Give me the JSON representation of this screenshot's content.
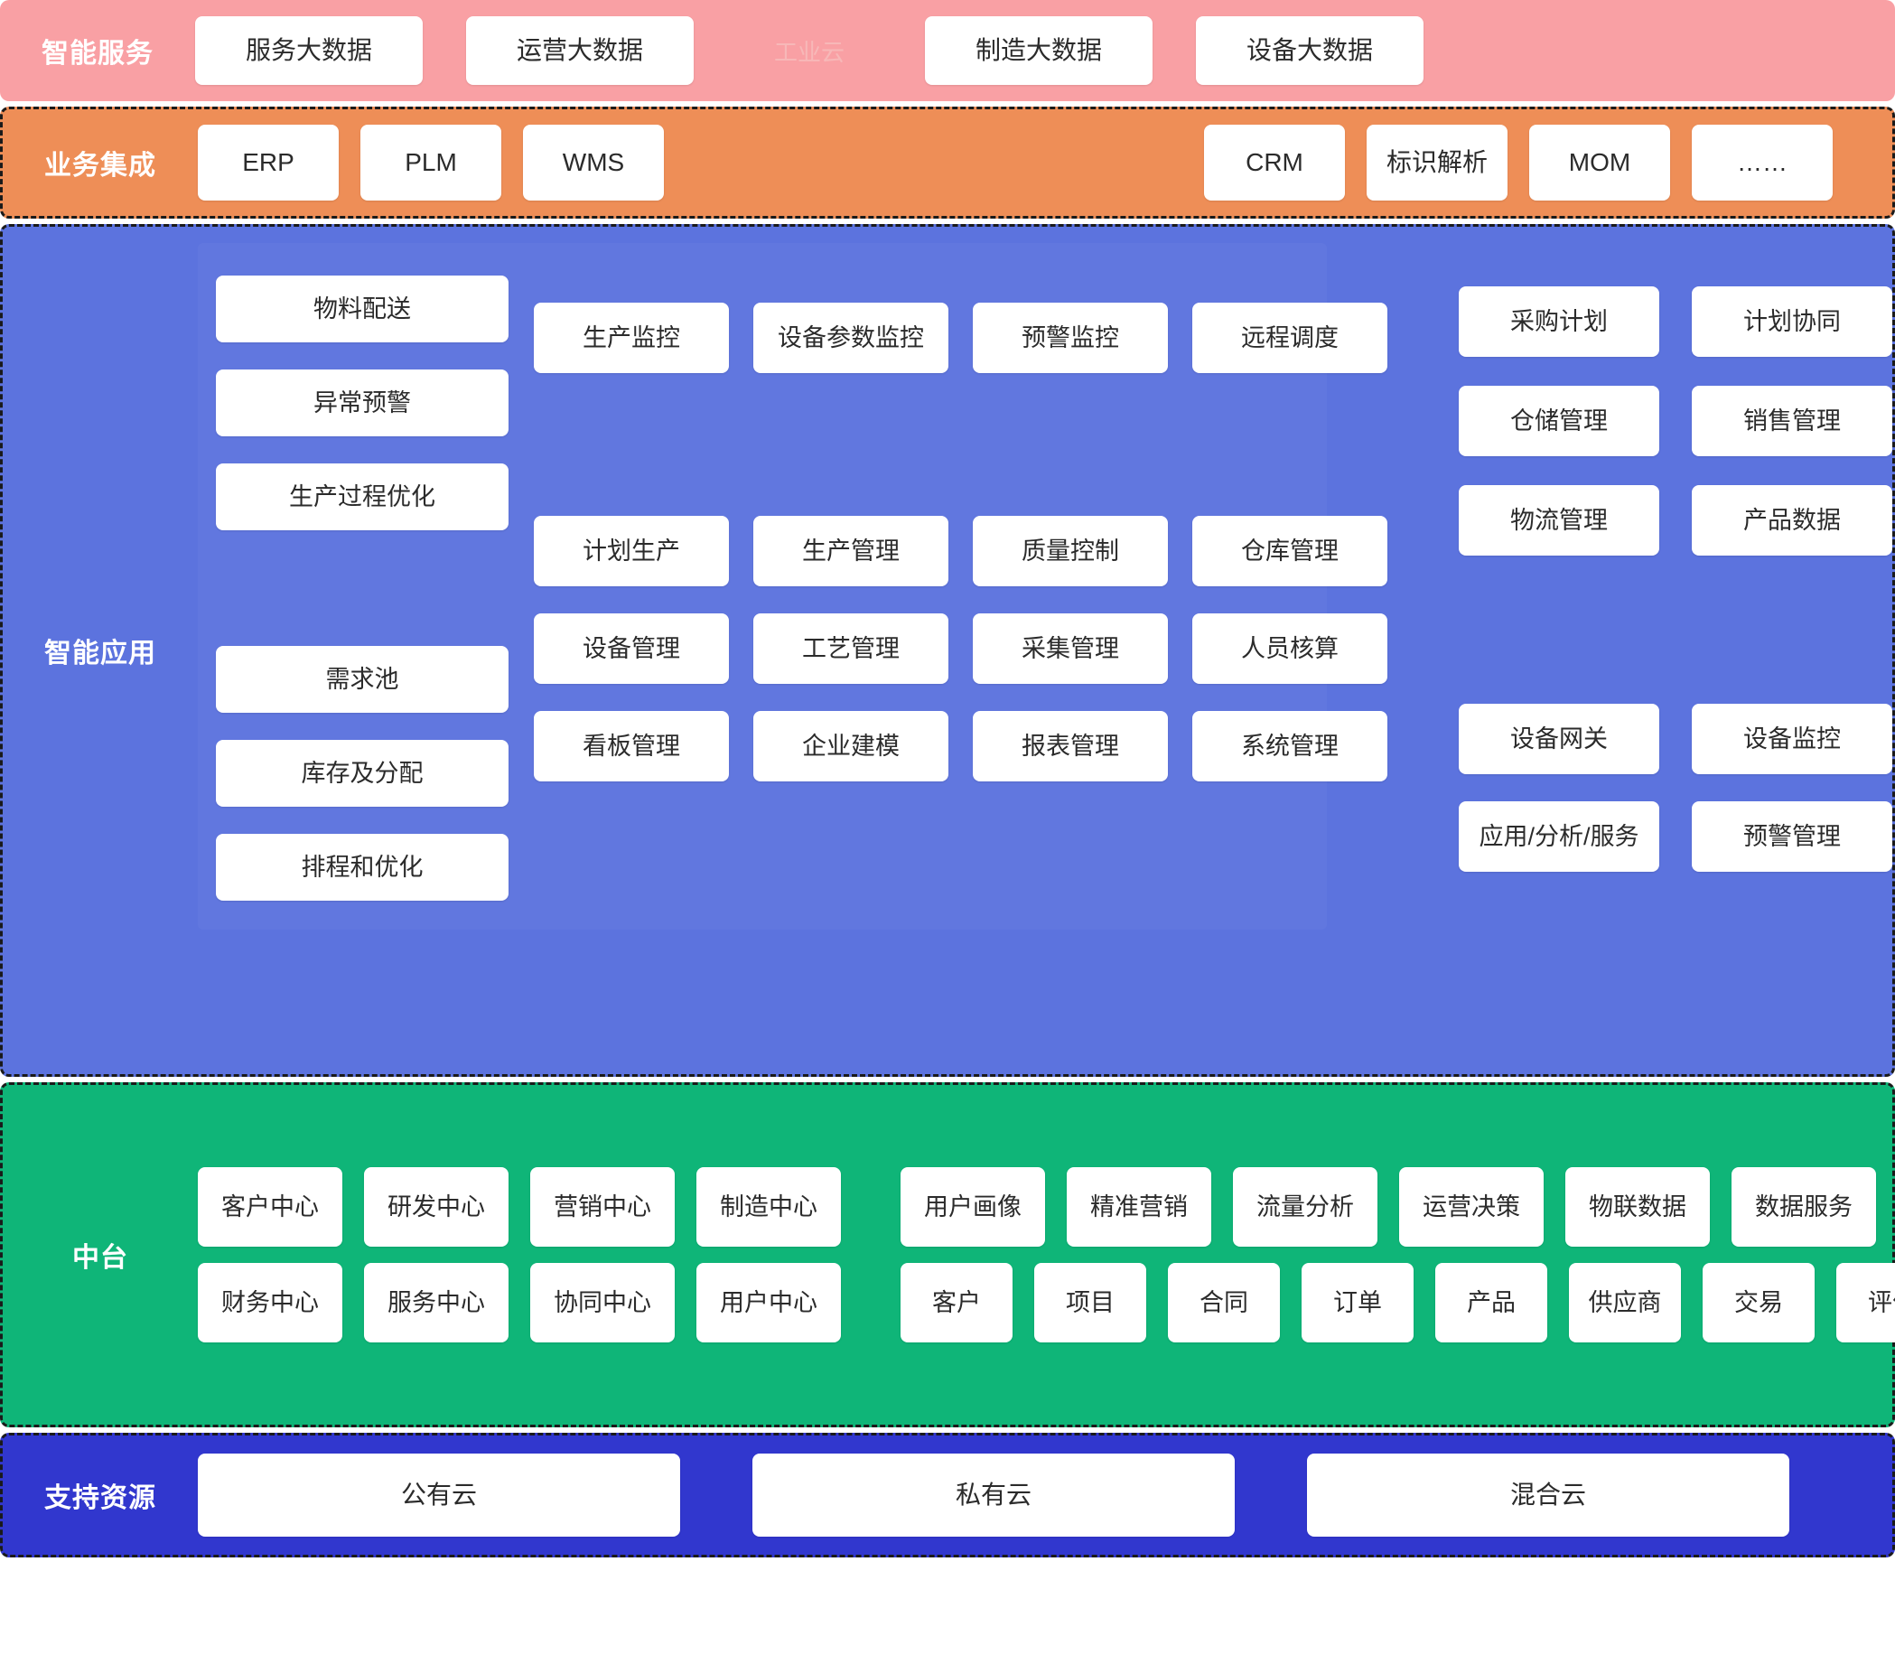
{
  "sections": {
    "service": {
      "label": "智能服务",
      "color": "#F9A0A4",
      "cards": [
        "服务大数据",
        "运营大数据"
      ],
      "ghost": "工业云",
      "cards_right": [
        "制造大数据",
        "设备大数据"
      ]
    },
    "integration": {
      "label": "业务集成",
      "color": "#EE8E57",
      "left_cards": [
        "ERP",
        "PLM",
        "WMS"
      ],
      "right_cards": [
        "CRM",
        "标识解析",
        "MOM",
        "……"
      ]
    },
    "application": {
      "label": "智能应用",
      "color": "#5C73DE",
      "col1": {
        "group_a": [
          "物料配送",
          "异常预警",
          "生产过程优化"
        ],
        "group_b": [
          "需求池",
          "库存及分配",
          "排程和优化"
        ]
      },
      "col2": {
        "row1": [
          "生产监控",
          "设备参数监控",
          "预警监控",
          "远程调度"
        ],
        "row2": [
          "计划生产",
          "生产管理",
          "质量控制",
          "仓库管理"
        ],
        "row3": [
          "设备管理",
          "工艺管理",
          "采集管理",
          "人员核算"
        ],
        "row4": [
          "看板管理",
          "企业建模",
          "报表管理",
          "系统管理"
        ]
      },
      "col3": {
        "row1": [
          "采购计划",
          "计划协同"
        ],
        "row2": [
          "仓储管理",
          "销售管理"
        ],
        "row3": [
          "物流管理",
          "产品数据"
        ],
        "row4": [
          "设备网关",
          "设备监控"
        ],
        "row5": [
          "应用/分析/服务",
          "预警管理"
        ]
      }
    },
    "middle": {
      "label": "中台",
      "color": "#0FB578",
      "row1_left": [
        "客户中心",
        "研发中心",
        "营销中心",
        "制造中心"
      ],
      "row1_right": [
        "用户画像",
        "精准营销",
        "流量分析",
        "运营决策",
        "物联数据",
        "数据服务"
      ],
      "row2_left": [
        "财务中心",
        "服务中心",
        "协同中心",
        "用户中心"
      ],
      "row2_right": [
        "客户",
        "项目",
        "合同",
        "订单",
        "产品",
        "供应商",
        "交易",
        "评价"
      ]
    },
    "resource": {
      "label": "支持资源",
      "color": "#3137CE",
      "cards": [
        "公有云",
        "私有云",
        "混合云"
      ]
    }
  }
}
